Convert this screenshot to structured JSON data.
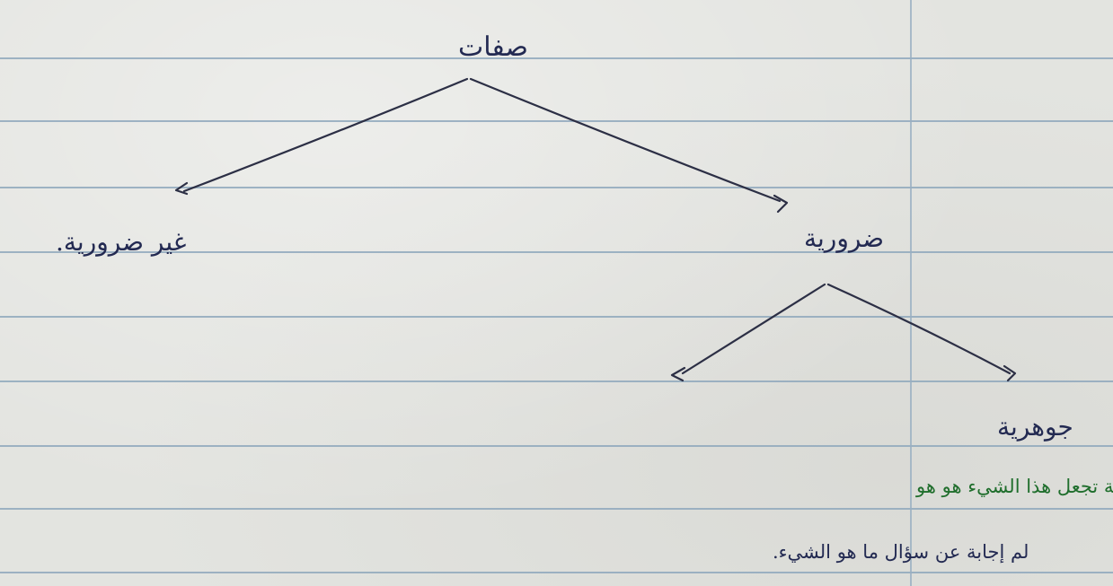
{
  "page": {
    "ink_color": "#232a52",
    "green_ink_color": "#1f6e2c",
    "rule_color": "#8fa8bc"
  },
  "notes": {
    "root": "صفات",
    "branch_left": "غير ضرورية.",
    "branch_right": "ضرورية",
    "sub_branch": "جوهرية",
    "definition_line1": "صفة تجعل هذا الشيء هو هو",
    "definition_line2": "لم إجابة عن سؤال ما هو الشيء."
  }
}
